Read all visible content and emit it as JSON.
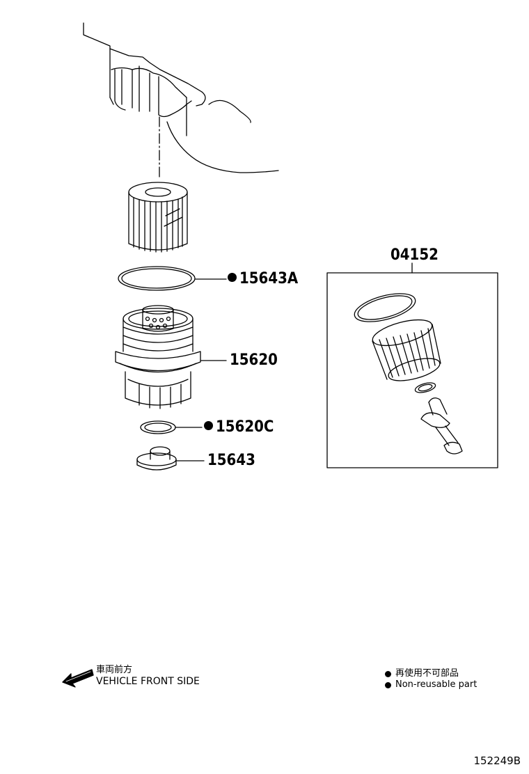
{
  "parts": {
    "kit": "04152",
    "gasket_a": "15643A",
    "cap": "15620",
    "ring_c": "15620C",
    "plug": "15643"
  },
  "direction": {
    "jp": "車両前方",
    "en": "VEHICLE FRONT SIDE"
  },
  "legend": {
    "jp": "再使用不可部品",
    "en": "Non-reusable part"
  },
  "diagram_id": "152249B",
  "non_reusable_parts": [
    "15643A",
    "15620C"
  ]
}
